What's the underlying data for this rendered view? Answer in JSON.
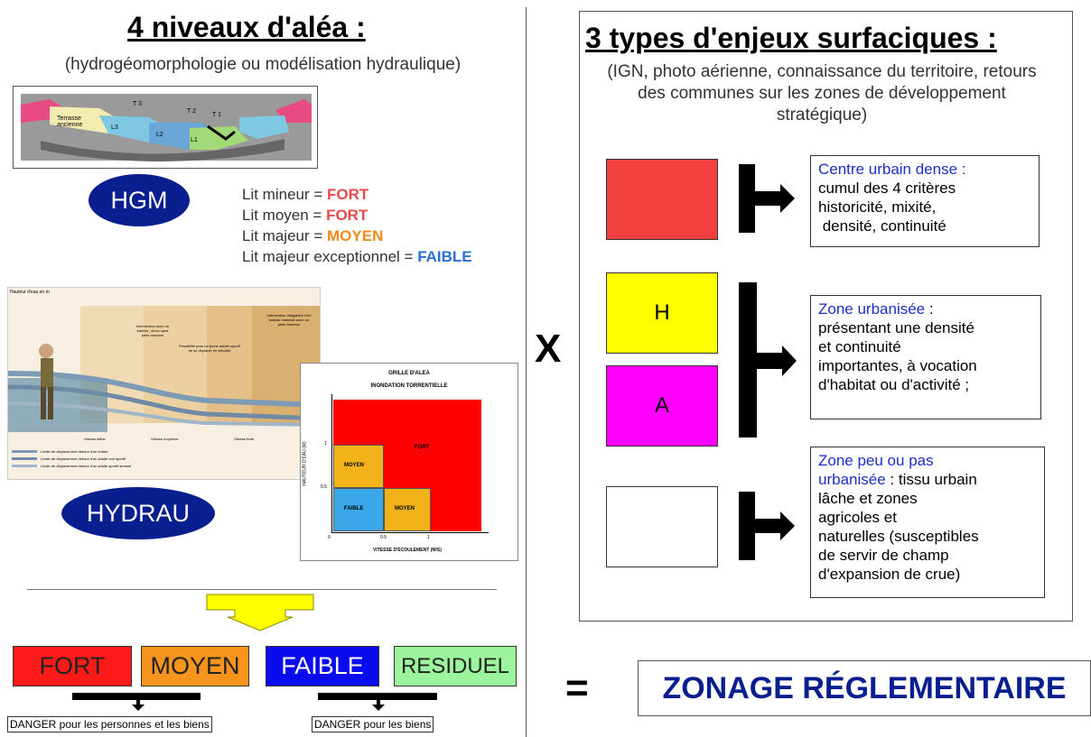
{
  "left": {
    "title": "4 niveaux d'aléa :",
    "subtitle": "(hydrogéomorphologie ou modélisation hydraulique)",
    "hgm_label": "HGM",
    "hydrau_label": "HYDRAU",
    "lits": [
      {
        "label": "Lit mineur = ",
        "level": "FORT",
        "color": "#e84a4a"
      },
      {
        "label": "Lit moyen = ",
        "level": "FORT",
        "color": "#e84a4a"
      },
      {
        "label": "Lit majeur = ",
        "level": "MOYEN",
        "color": "#f08a1a"
      },
      {
        "label": "Lit majeur exceptionnel = ",
        "level": "FAIBLE",
        "color": "#2a6fd6"
      }
    ],
    "section_labels": {
      "t1": "T 1",
      "t2": "T 2",
      "t3": "T 3",
      "l1": "L1",
      "l2": "L2",
      "l3": "L3",
      "terrasse": "Terrasse ancienne"
    },
    "hydro_chart": {
      "ylabel": "Hauteur d'eau en m",
      "zones": [
        "Intervention avec un bateau ; sinon sans plein essence",
        "Possibilité pour un jeune adulte sportif de se déplacer en sécurité",
        "Intervention obligatoire d'un bateau motorisé avec un plein essence"
      ],
      "x_ticks": [
        "Vitesse faible",
        "Vitesse moyenne",
        "Vitesse forte"
      ],
      "legend": [
        "Limite de déplacement debout d'un enfant",
        "Limite de déplacement debout d'un adulte non sportif",
        "Limite de déplacement debout d'un adulte sportif stressé"
      ]
    },
    "grille": {
      "title": "GRILLE D'ALEA",
      "subtitle": "INONDATION TORRENTIELLE",
      "ylabel": "HAUTEUR D'EAU (M)",
      "xlabel": "VITESSE D'ÉCOULEMENT (M/S)",
      "cells": {
        "fort": "FORT",
        "moyen_top": "MOYEN",
        "faible": "FAIBLE",
        "moyen_right": "MOYEN"
      },
      "x_ticks": [
        "0",
        "0.5",
        "1"
      ],
      "y_ticks": [
        "1",
        "0.5"
      ],
      "colors": {
        "fort": "#ff0000",
        "moyen": "#f2b21a",
        "faible": "#3aa7e8"
      }
    },
    "levels": [
      {
        "label": "FORT",
        "bg": "#ff1a1a",
        "fg": "#222222"
      },
      {
        "label": "MOYEN",
        "bg": "#f7941d",
        "fg": "#222222"
      },
      {
        "label": "FAIBLE",
        "bg": "#0b0bf0",
        "fg": "#ffffff"
      },
      {
        "label": "RESIDUEL",
        "bg": "#9cf59c",
        "fg": "#222222"
      }
    ],
    "danger1": "DANGER pour les personnes et les biens",
    "danger2": "DANGER pour les biens"
  },
  "multiply": "X",
  "equals": "=",
  "right": {
    "title": "3 types d'enjeux surfaciques :",
    "subtitle": "(IGN, photo aérienne, connaissance du territoire, retours des communes sur les zones de développement stratégique)",
    "swatch_h": "H",
    "swatch_a": "A",
    "colors": {
      "red": "#f24040",
      "yellow": "#ffff00",
      "magenta": "#ff00ff",
      "white": "#ffffff"
    },
    "d1_head": "Centre urbain dense :",
    "d1_l1": "cumul des 4 critères",
    "d1_l2": "historicité, mixité,",
    "d1_l3": " densité, continuité",
    "d2_head": "Zone urbanisée",
    "d2_l0": " :",
    "d2_l1": "présentant une densité",
    "d2_l2": "et continuité",
    "d2_l3": "importantes, à vocation",
    "d2_l4": "d'habitat ou d'activité ;",
    "d3_head1": "Zone peu ou pas",
    "d3_head2": "urbanisée",
    "d3_l0": " : tissu urbain",
    "d3_l1": "lâche et zones",
    "d3_l2": "agricoles et",
    "d3_l3": "naturelles (susceptibles",
    "d3_l4": "de servir de champ",
    "d3_l5": "d'expansion de crue)"
  },
  "zonage": "ZONAGE RÉGLEMENTAIRE"
}
